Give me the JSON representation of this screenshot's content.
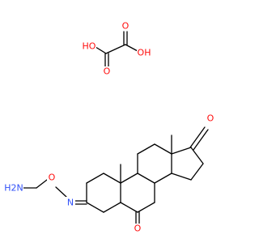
{
  "labels": {
    "ho_left": "HO",
    "oh_right": "OH",
    "o_carbonyl_a": "O",
    "o_carbonyl_b": "O",
    "o_ketone_17": "O",
    "o_ketone_6": "O",
    "o_oxime": "O",
    "n_oxime": "N",
    "h2n": "H2N"
  },
  "colors": {
    "oxygen": "#ff0d0d",
    "nitrogen": "#3050f8",
    "carbon_bond": "#000000"
  }
}
